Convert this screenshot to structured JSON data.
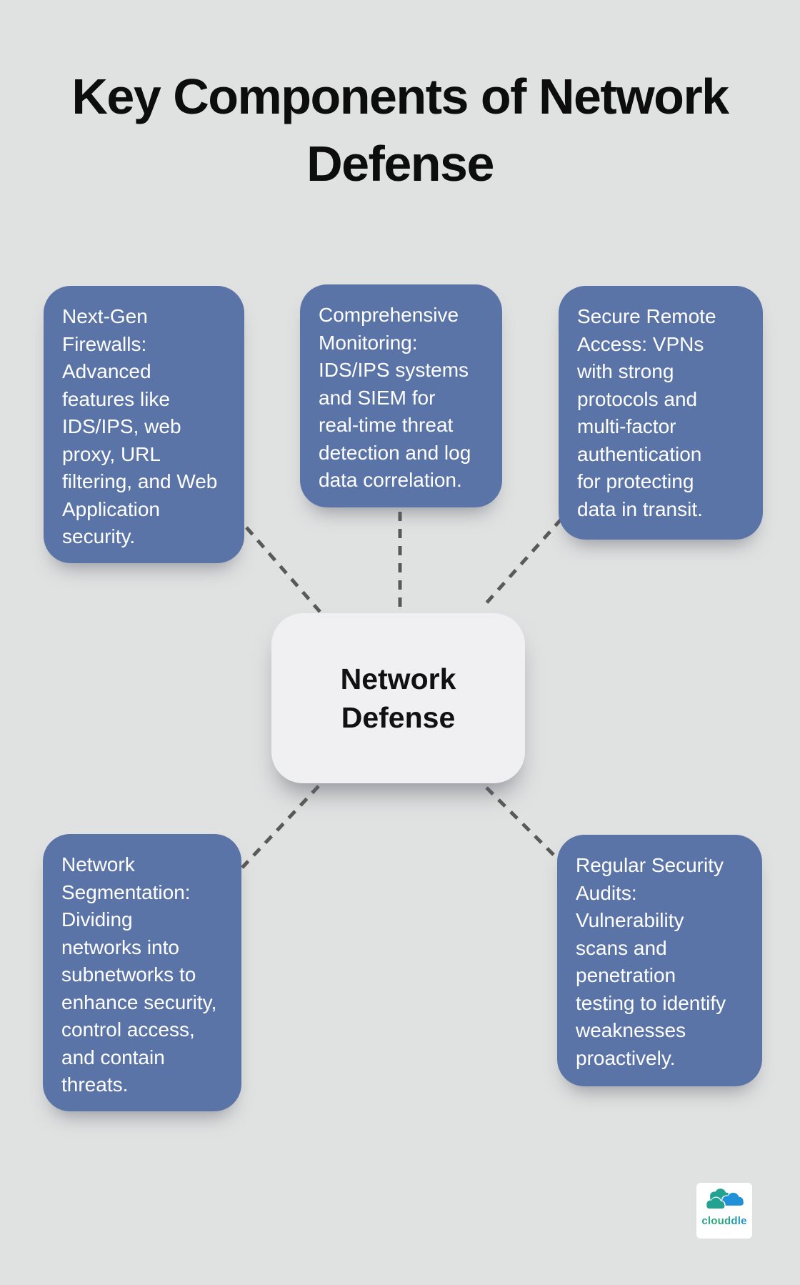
{
  "title": "Key Components of Network Defense",
  "center": {
    "label": "Network Defense"
  },
  "topics": [
    {
      "id": "next-gen-firewalls",
      "text": "Next-Gen\nFirewalls:\nAdvanced\nfeatures like\nIDS/IPS, web\nproxy, URL\nfiltering, and Web\nApplication\nsecurity."
    },
    {
      "id": "comprehensive-monitoring",
      "text": "Comprehensive\nMonitoring:\nIDS/IPS systems\nand SIEM for\nreal-time threat\ndetection and log\ndata correlation."
    },
    {
      "id": "secure-remote-access",
      "text": "Secure Remote\nAccess: VPNs\nwith strong\nprotocols and\nmulti-factor\nauthentication\nfor protecting\ndata in transit."
    },
    {
      "id": "network-segmentation",
      "text": "Network\nSegmentation:\nDividing\nnetworks into\nsubnetworks to\nenhance security,\ncontrol access,\nand contain\nthreats."
    },
    {
      "id": "regular-security-audits",
      "text": "Regular Security\nAudits:\nVulnerability\nscans and\npenetration\ntesting to identify\nweaknesses\nproactively."
    }
  ],
  "logo": {
    "brand": "clouddle"
  },
  "colors": {
    "background": "#e0e1e1",
    "topic_box": "#5b74a8",
    "topic_text": "#ffffff",
    "center_node_bg": "#f0f0f2",
    "center_node_text": "#111111",
    "connector_dash": "#595959",
    "title_text": "#0d0d0d",
    "logo_teal": "#23a292",
    "logo_blue": "#2090d8"
  }
}
